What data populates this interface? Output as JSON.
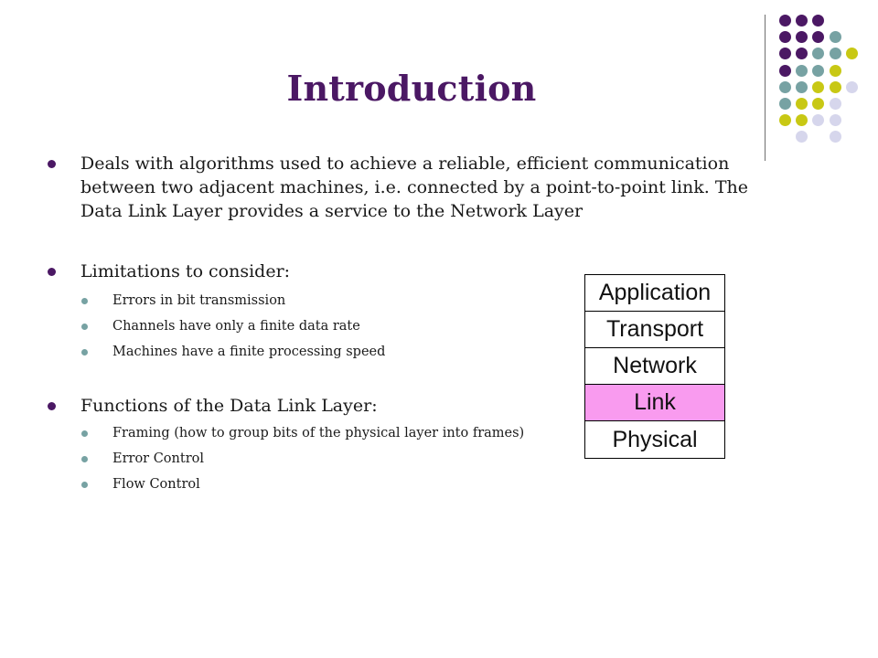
{
  "slide": {
    "title": "Introduction",
    "bullets": [
      {
        "text": "Deals with algorithms used to achieve a reliable, efficient communication between two adjacent machines, i.e. connected by a point-to-point link. The Data Link Layer provides a service to the Network Layer",
        "sub": []
      },
      {
        "text": "Limitations to consider:",
        "sub": [
          "Errors in bit transmission",
          "Channels have only a finite data rate",
          "Machines have a finite processing speed"
        ]
      },
      {
        "text": "Functions of the Data Link Layer:",
        "sub": [
          "Framing (how to group bits of the physical layer into frames)",
          "Error Control",
          "Flow Control"
        ]
      }
    ]
  },
  "diagram": {
    "layers": [
      "Application",
      "Transport",
      "Network",
      "Link",
      "Physical"
    ],
    "highlighted": "Link",
    "highlight_color": "#f99bef"
  },
  "colors": {
    "title": "#4b1864",
    "dot_purple": "#4b1864",
    "dot_teal": "#77a2a3",
    "dot_yellow": "#c8c814",
    "dot_lavender": "#d6d6ec"
  }
}
